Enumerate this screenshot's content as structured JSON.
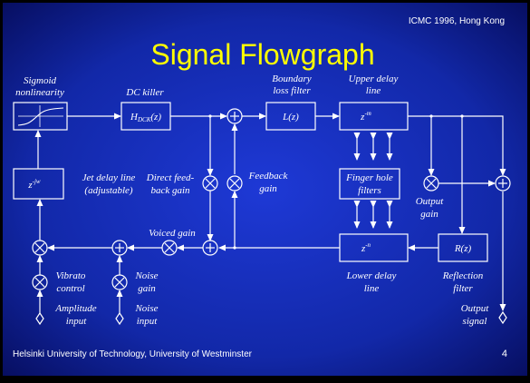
{
  "header": {
    "conference": "ICMC 1996, Hong Kong",
    "title": "Signal Flowgraph",
    "page_number": "4"
  },
  "footer": {
    "affiliation": "Helsinki University of Technology, University of Westminster"
  },
  "colors": {
    "title": "#ffff00",
    "text": "#ffffff",
    "background_center": "#1e39d6",
    "background_edge": "#050a55"
  },
  "blocks": {
    "sigmoid": "",
    "dc_killer": "H",
    "dc_killer_sub": "DCK",
    "dc_killer_arg": "(z)",
    "boundary": "L(z)",
    "upper_delay": "z",
    "upper_delay_exp": "-m",
    "jet_delay": "z",
    "jet_delay_exp": "-jw",
    "finger_hole_1": "Finger hole",
    "finger_hole_2": "filters",
    "lower_delay": "z",
    "lower_delay_exp": "-n",
    "reflection": "R(z)"
  },
  "labels": {
    "sigmoid_1": "Sigmoid",
    "sigmoid_2": "nonlinearity",
    "dc_killer": "DC killer",
    "boundary_1": "Boundary",
    "boundary_2": "loss filter",
    "upper_delay_1": "Upper delay",
    "upper_delay_2": "line",
    "jet_delay_1": "Jet delay line",
    "jet_delay_2": "(adjustable)",
    "direct_feed_1": "Direct feed-",
    "direct_feed_2": "back gain",
    "feedback_gain_1": "Feedback",
    "feedback_gain_2": "gain",
    "output_gain_1": "Output",
    "output_gain_2": "gain",
    "voiced_gain": "Voiced gain",
    "vibrato_1": "Vibrato",
    "vibrato_2": "control",
    "noise_gain_1": "Noise",
    "noise_gain_2": "gain",
    "amplitude_input_1": "Amplitude",
    "amplitude_input_2": "input",
    "noise_input_1": "Noise",
    "noise_input_2": "input",
    "lower_delay_1": "Lower delay",
    "lower_delay_2": "line",
    "reflection_1": "Reflection",
    "reflection_2": "filter",
    "output_signal_1": "Output",
    "output_signal_2": "signal"
  }
}
